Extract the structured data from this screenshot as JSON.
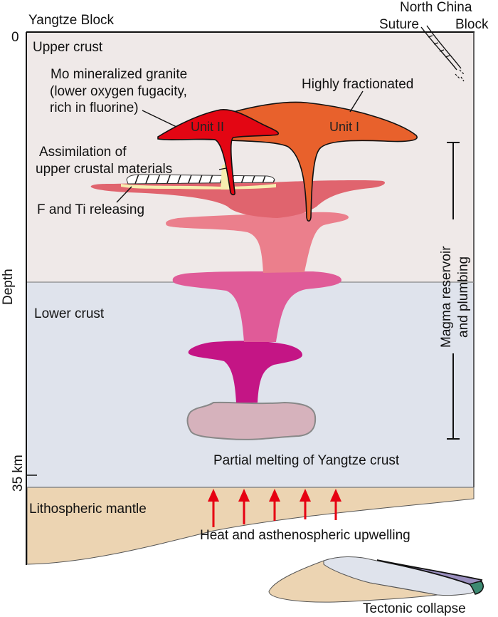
{
  "diagram": {
    "left_header": "Yangtze Block",
    "right_header_line1": "North China",
    "right_header_line2": "Block",
    "suture_label": "Suture",
    "depth_axis": {
      "label": "Depth",
      "top_tick": "0",
      "bottom_tick": "35 km"
    },
    "layers": {
      "upper_crust": "Upper crust",
      "lower_crust": "Lower crust",
      "lithospheric_mantle": "Lithospheric mantle"
    },
    "annotations": {
      "mo_granite_line1": "Mo mineralized granite",
      "mo_granite_line2": "(lower oxygen fugacity,",
      "mo_granite_line3": "rich in fluorine)",
      "highly_fractionated": "Highly fractionated",
      "unit_1": "Unit I",
      "unit_2": "Unit II",
      "assimilation_line1": "Assimilation of",
      "assimilation_line2": "upper crustal materials",
      "f_ti": "F and Ti releasing",
      "partial_melting": "Partial melting of Yangtze crust",
      "heat_upwelling": "Heat and asthenospheric upwelling",
      "tectonic_collapse": "Tectonic collapse",
      "magma_reservoir_line1": "Magma reservoir",
      "magma_reservoir_line2": "and plumbing"
    },
    "upwelling_arrow_count": 5,
    "colors": {
      "upper_crust": "#efe9e8",
      "lower_crust": "#dfe3ec",
      "mantle": "#ecd4b2",
      "unit_1": "#e8612c",
      "unit_2": "#e30613",
      "reservoir_1": "#e0646e",
      "reservoir_2": "#eb7f8c",
      "reservoir_3": "#e05b98",
      "reservoir_4": "#c41585",
      "source": "#d6b2bc",
      "arrow": "#e60012",
      "assimilation_rim": "#f7eeb0",
      "collapse_purple": "#9a8fbf",
      "collapse_green": "#3d8a72"
    }
  }
}
